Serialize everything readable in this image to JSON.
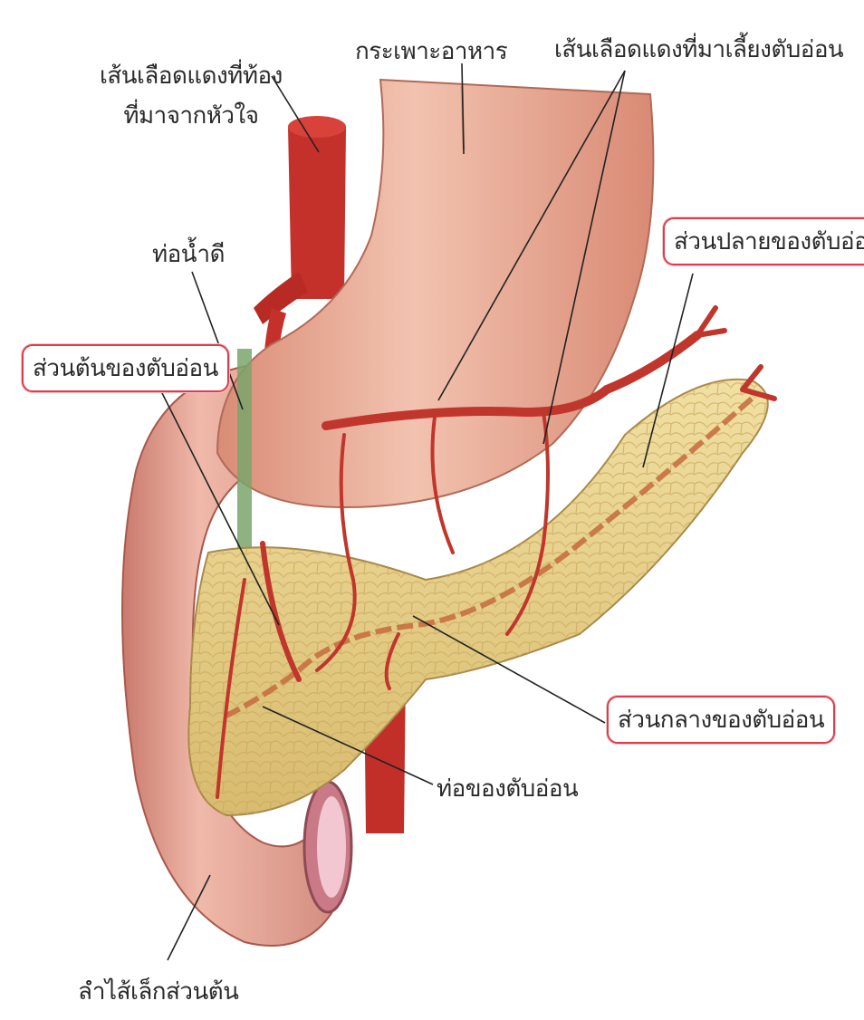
{
  "labels": {
    "aorta": [
      "เส้นเลือดแดงที่ท้อง",
      "ที่มาจากหัวใจ"
    ],
    "stomach": "กระเพาะอาหาร",
    "pancreatic_artery": "เส้นเลือดแดงที่มาเลี้ยงตับอ่อน",
    "bile_duct": "ท่อน้ำดี",
    "pancreas_tail": "ส่วนปลายของตับอ่อน",
    "pancreas_head": "ส่วนต้นของตับอ่อน",
    "pancreas_body": "ส่วนกลางของตับอ่อน",
    "pancreatic_duct": "ท่อของตับอ่อน",
    "duodenum": "ลำไส้เล็กส่วนต้น"
  },
  "colors": {
    "artery": "#c8322a",
    "stomach": "#e7a48c",
    "pancreas": "#e9d38a",
    "duodenum": "#e2998d",
    "bile_duct": "#6f9a63",
    "label_border": "#e23a4a"
  }
}
